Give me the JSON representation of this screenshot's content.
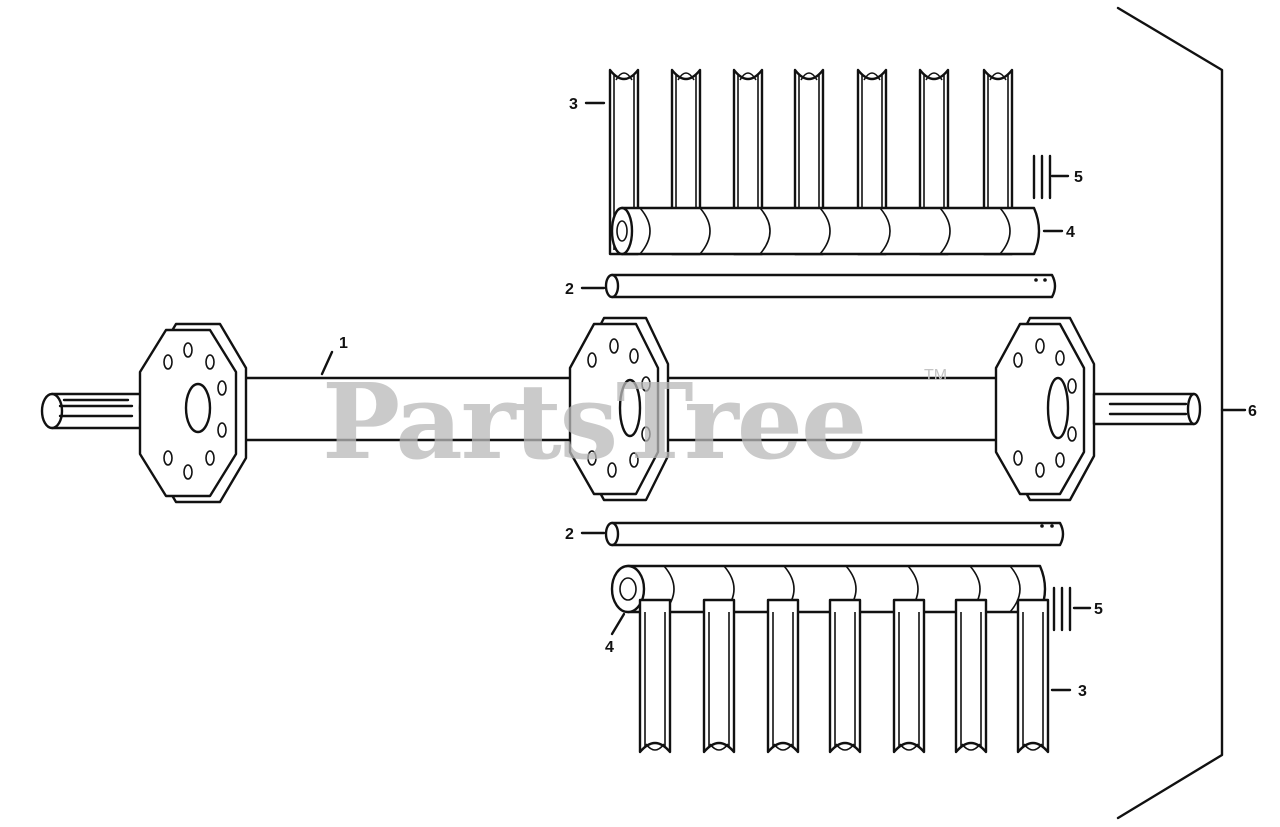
{
  "watermark": {
    "brand": "PartsTree",
    "trademark": "TM"
  },
  "callouts": {
    "shaft": "1",
    "rod_upper": "2",
    "rod_lower": "2",
    "tines_upper": "3",
    "tines_lower": "3",
    "spacer_upper": "4",
    "spacer_lower": "4",
    "clip_upper": "5",
    "clip_lower": "5",
    "assembly": "6"
  }
}
